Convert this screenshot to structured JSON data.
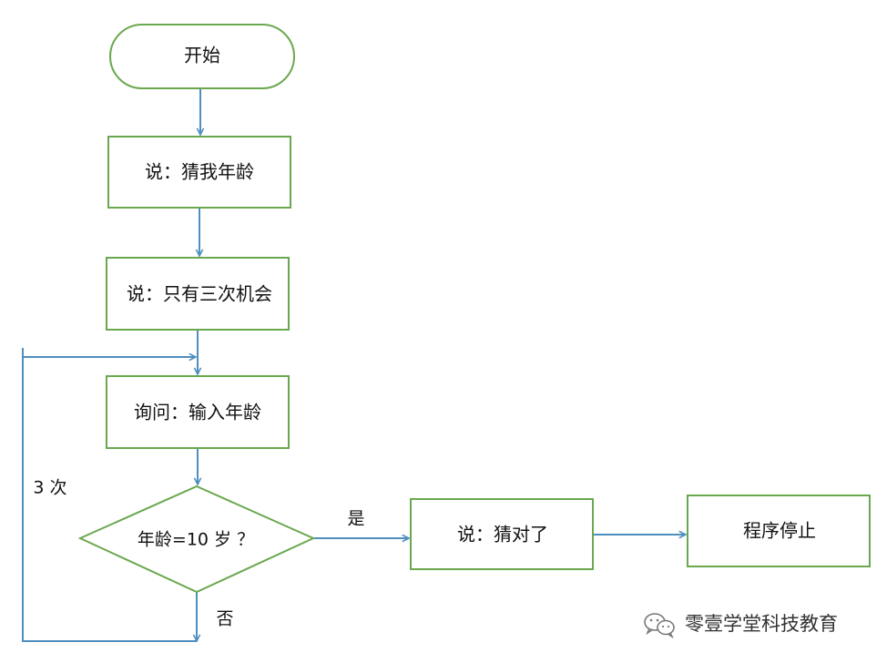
{
  "colors": {
    "node_border": "#6aa84f",
    "edge": "#4f8fbf",
    "text": "#111111",
    "background": "#ffffff"
  },
  "nodes": {
    "start": "开始",
    "say_guess_age": "说：猜我年龄",
    "say_three_chances": "说：只有三次机会",
    "ask_input_age": "询问：输入年龄",
    "decision": "年龄=10 岁 ？",
    "say_correct": "说：猜对了",
    "program_stop": "程序停止"
  },
  "edge_labels": {
    "yes": "是",
    "no": "否",
    "loop": "3 次"
  },
  "watermark": {
    "icon": "wechat-icon",
    "text": "零壹学堂科技教育"
  }
}
